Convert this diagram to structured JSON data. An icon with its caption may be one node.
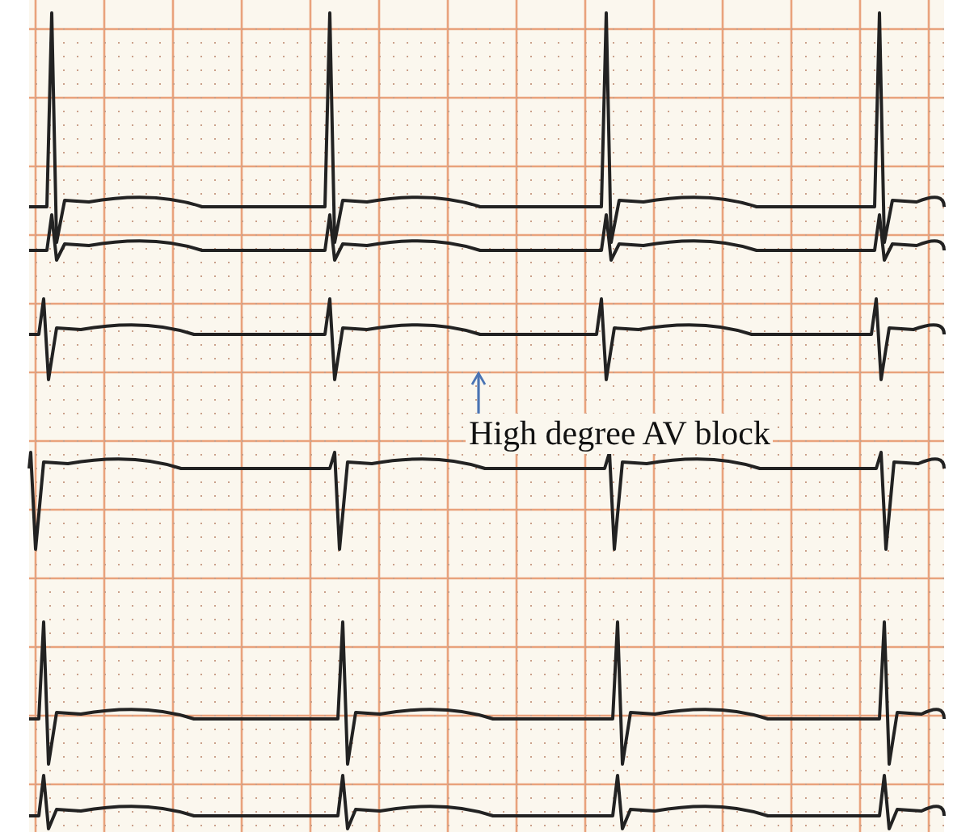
{
  "diagram": {
    "nodes": [
      {
        "text": [
          "High degree AV block"
        ]
      },
      {
        "text": [],
        "shape": "picture"
      }
    ],
    "edges": [
      {
        "from": 0,
        "to": 1,
        "arrow": "to"
      }
    ]
  }
}
